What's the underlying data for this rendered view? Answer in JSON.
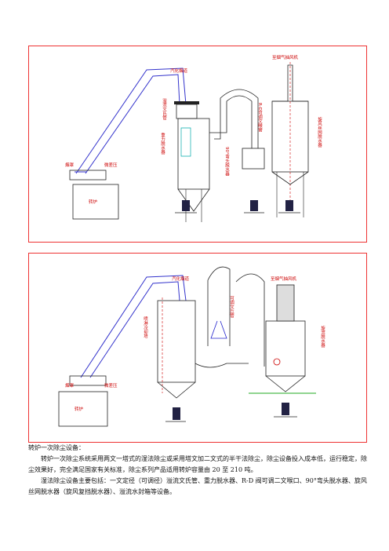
{
  "figure1": {
    "labels": {
      "flue": "汽化烟道",
      "cyclone": "溢流文氏管",
      "gravity": "重力脱水器",
      "rd": "R-D可调文喉管",
      "fan": "至烟气抽风机",
      "elbow": "90°弯头脱水器",
      "spiral": "旋风丝网脱水器",
      "hood": "烟罩",
      "pressure": "微差压",
      "furnace": "转炉"
    }
  },
  "figure2": {
    "labels": {
      "flue": "汽化烟道",
      "spray": "喷淋冷却塔",
      "venturi": "可调文丘管",
      "fan": "至烟气抽风机",
      "dehydrator": "旋流脱水器",
      "hood": "烟罩",
      "pressure": "微差压",
      "furnace": "转炉"
    }
  },
  "text": {
    "heading": "转炉一次除尘设备：",
    "para1": "转炉一次除尘系统采用两文一塔式的湿法除尘或采用塔文加二文式的半干法除尘，除尘设备投入成本低，运行稳定，除尘效果好，完全满足国家有关标准，除尘系列产品适用转炉容量由 20 至 210 吨。",
    "para2": "湿法除尘设备主要包括：一文定径（可调径）溢流文氏管、重力脱水器、R-D 阀可调二文喉口、90°弯头脱水器、旋风丝网脱水器（旋风复挡脱水器）、溢流水封箱等设备。"
  }
}
